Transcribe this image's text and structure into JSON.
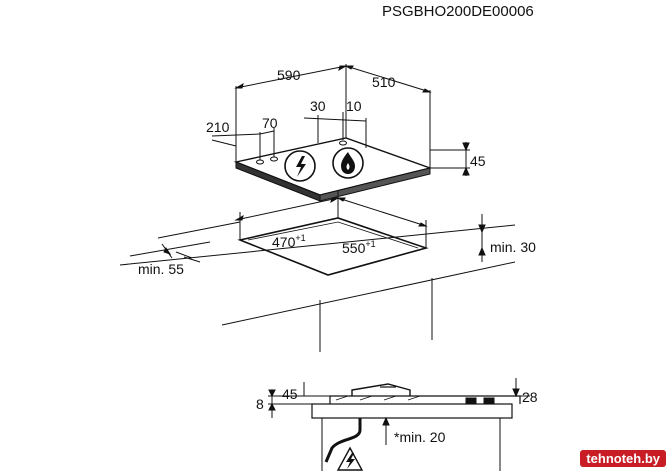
{
  "diagram": {
    "code": "PSGBHO200DE00006",
    "top_view": {
      "width": "590",
      "depth": "510",
      "offset_left": "210",
      "offset_70": "70",
      "offset_30": "30",
      "offset_10": "10",
      "height": "45"
    },
    "cutout": {
      "depth": "470",
      "depth_tol": "+1",
      "width": "550",
      "width_tol": "+1",
      "min_side": "min. 55",
      "min_back": "min. 30"
    },
    "side_view": {
      "h45": "45",
      "h8": "8",
      "h28": "28",
      "min_below": "*min. 20"
    },
    "watermark": "tehnoteh.by"
  }
}
